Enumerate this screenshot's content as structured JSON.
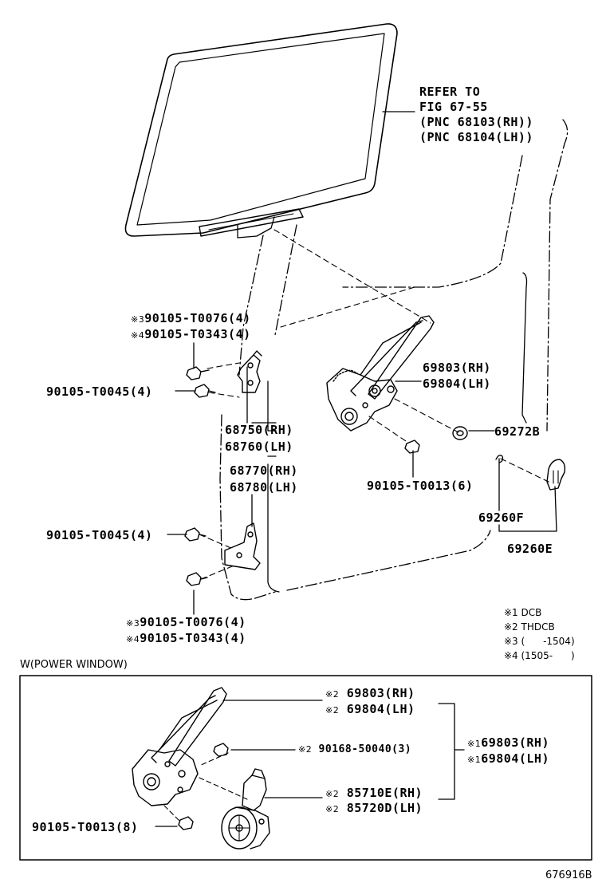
{
  "refer": {
    "line1": "REFER TO",
    "line2": "FIG 67-55",
    "line3": "(PNC 68103(RH))",
    "line4": "(PNC 68104(LH))"
  },
  "parts": {
    "bolt_top_n3": "90105-T0076(4)",
    "bolt_top_n4": "90105-T0343(4)",
    "bolt_upper_left": "90105-T0045(4)",
    "hinge_upper_rh": "68750(RH)",
    "hinge_upper_lh": "68760(LH)",
    "hinge_lower_rh": "68770(RH)",
    "hinge_lower_lh": "68780(LH)",
    "bolt_lower_left": "90105-T0045(4)",
    "bolt_bottom_n3": "90105-T0076(4)",
    "bolt_bottom_n4": "90105-T0343(4)",
    "regulator_rh": "69803(RH)",
    "regulator_lh": "69804(LH)",
    "bolt_regulator": "90105-T0013(6)",
    "cushion": "69272B",
    "handle_clip": "69260F",
    "handle": "69260E"
  },
  "markers": {
    "m1": "※1",
    "m2": "※2",
    "m3": "※3",
    "m4": "※4"
  },
  "legend": {
    "l1": "※1 DCB",
    "l2": "※2 THDCB",
    "l3": "※3 (      -1504)",
    "l4": "※4 (1505-      )"
  },
  "power_window": {
    "caption": "W(POWER WINDOW)",
    "reg_rh": "69803(RH)",
    "reg_lh": "69804(LH)",
    "screw": "90168-50040(3)",
    "assy_rh": "69803(RH)",
    "assy_lh": "69804(LH)",
    "motor_rh": "85710E(RH)",
    "motor_lh": "85720D(LH)",
    "bolt": "90105-T0013(8)"
  },
  "figure_number": "676916B"
}
